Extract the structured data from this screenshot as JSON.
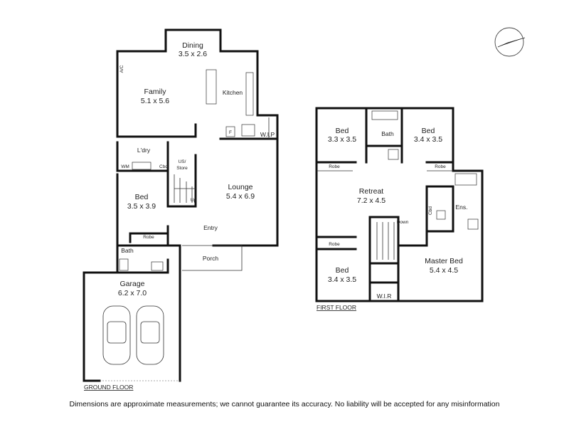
{
  "ground_floor": {
    "label": "GROUND FLOOR",
    "rooms": {
      "dining": {
        "name": "Dining",
        "dims": "3.5 x 2.6"
      },
      "family": {
        "name": "Family",
        "dims": "5.1 x 5.6"
      },
      "kitchen": {
        "name": "Kitchen"
      },
      "wip": {
        "name": "W.I.P"
      },
      "laundry": {
        "name": "L'dry"
      },
      "us_store": {
        "name_line1": "US/",
        "name_line2": "Store"
      },
      "lounge": {
        "name": "Lounge",
        "dims": "5.4 x 6.9"
      },
      "bed": {
        "name": "Bed",
        "dims": "3.5 x 3.9"
      },
      "robe": {
        "name": "Robe"
      },
      "bath": {
        "name": "Bath"
      },
      "entry": {
        "name": "Entry"
      },
      "porch": {
        "name": "Porch"
      },
      "garage": {
        "name": "Garage",
        "dims": "6.2 x 7.0"
      }
    },
    "fixtures": {
      "ac": "A/C",
      "wm": "WM",
      "cbd": "Cbd",
      "fridge": "F",
      "stair_up": "Up"
    }
  },
  "first_floor": {
    "label": "FIRST FLOOR",
    "rooms": {
      "bed1": {
        "name": "Bed",
        "dims": "3.3 x 3.5"
      },
      "bath": {
        "name": "Bath"
      },
      "bed2": {
        "name": "Bed",
        "dims": "3.4 x 3.5"
      },
      "robe1": {
        "name": "Robe"
      },
      "robe2": {
        "name": "Robe"
      },
      "retreat": {
        "name": "Retreat",
        "dims": "7.2 x 4.5"
      },
      "ens": {
        "name": "Ens."
      },
      "cbd": {
        "name": "Cbd"
      },
      "robe3": {
        "name": "Robe"
      },
      "master": {
        "name": "Master Bed",
        "dims": "5.4 x 4.5"
      },
      "bed3": {
        "name": "Bed",
        "dims": "3.4 x 3.5"
      },
      "wir": {
        "name": "W.I.R"
      }
    },
    "fixtures": {
      "stair_down": "Down"
    }
  },
  "compass_icon": "north-arrow-icon",
  "disclaimer": "Dimensions are approximate measurements; we cannot guarantee its accuracy. No liability will be accepted for any misinformation"
}
